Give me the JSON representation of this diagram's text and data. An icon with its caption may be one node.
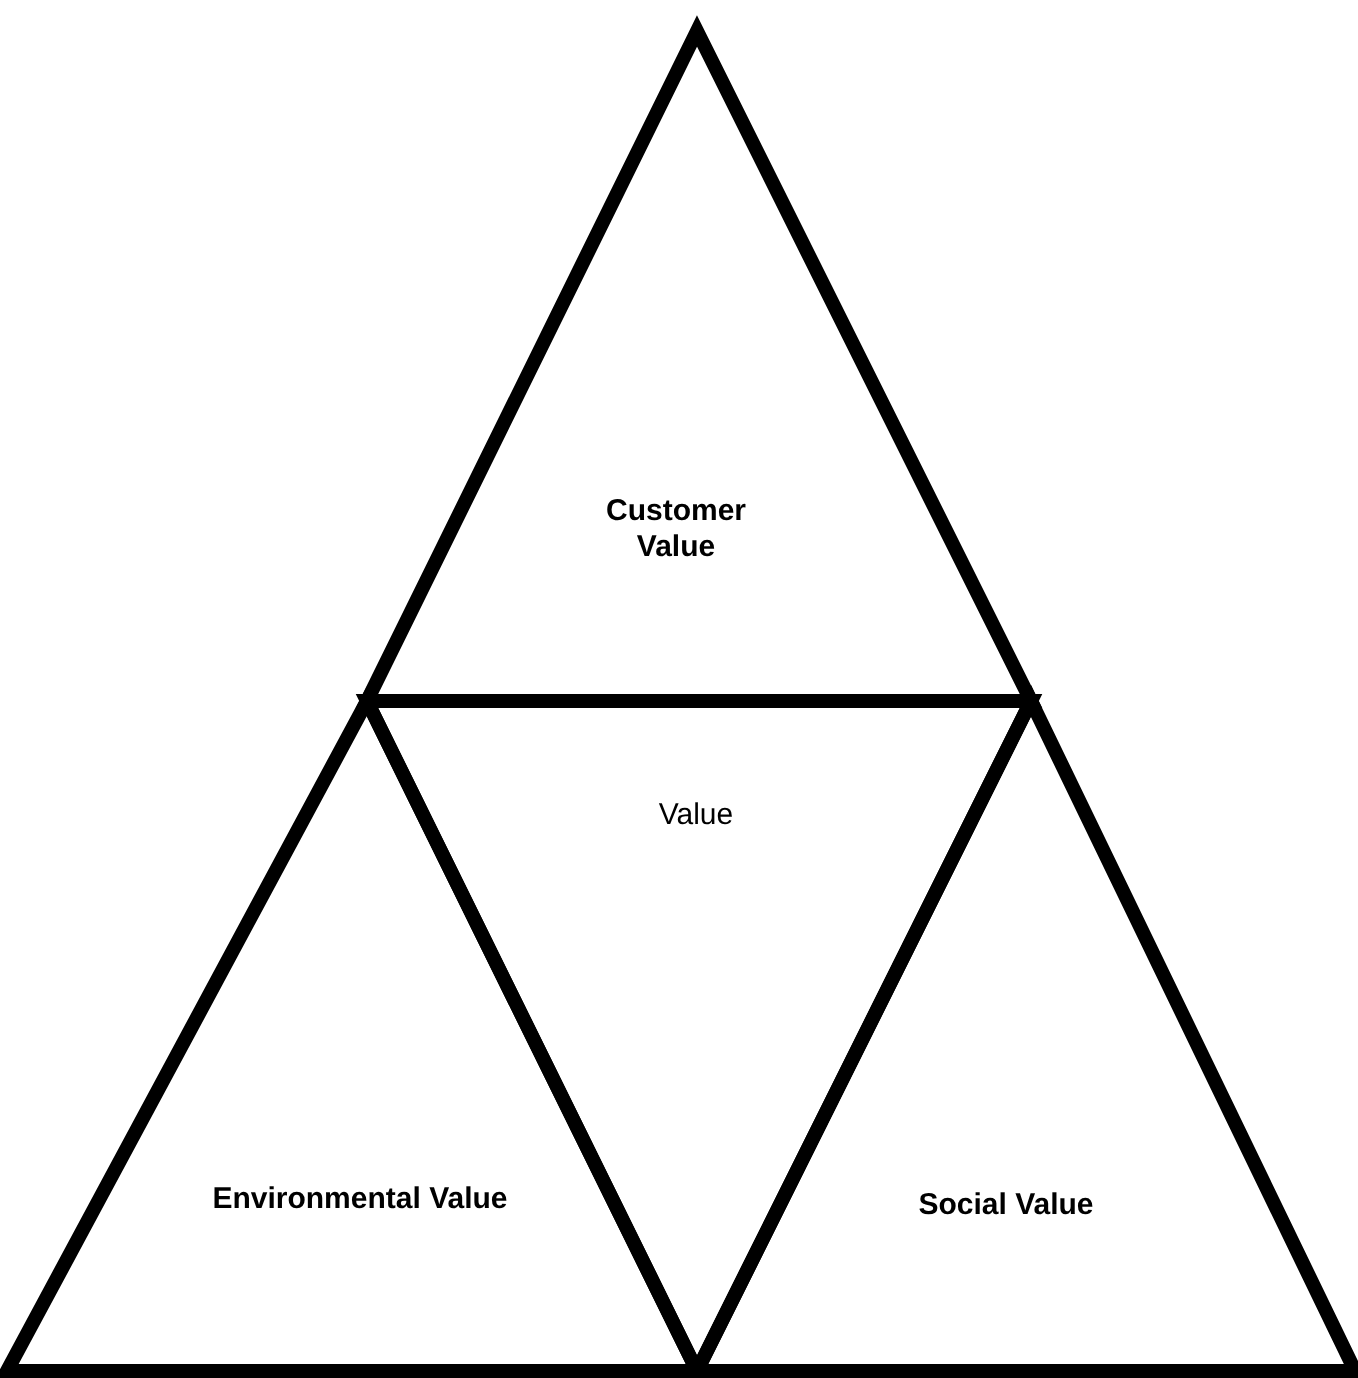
{
  "diagram": {
    "nodes": [
      {
        "text": [
          "Customer Value"
        ]
      },
      {
        "text": [
          "Value"
        ]
      },
      {
        "text": [
          "Environmental Value"
        ]
      },
      {
        "text": [
          "Social Value"
        ]
      }
    ]
  }
}
